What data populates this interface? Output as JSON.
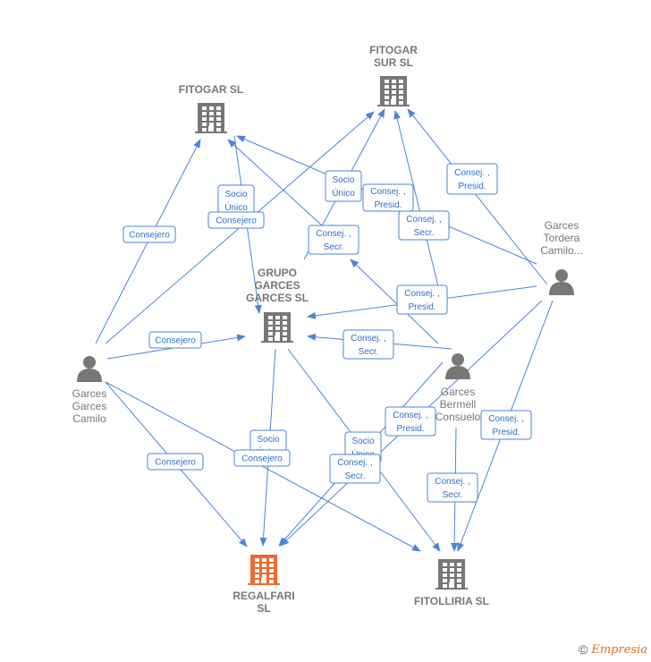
{
  "colors": {
    "edge": "#4a86d6",
    "company": "#777777",
    "focus": "#f06a2e",
    "person": "#777777"
  },
  "nodes": {
    "fitogar_sl": {
      "label": [
        "FITOGAR SL"
      ],
      "type": "company"
    },
    "fitogar_sur": {
      "label": [
        "FITOGAR",
        "SUR SL"
      ],
      "type": "company"
    },
    "grupo_garces": {
      "label": [
        "GRUPO",
        "GARCES",
        "GARCES  SL"
      ],
      "type": "company"
    },
    "regalfari": {
      "label": [
        "REGALFARI",
        "SL"
      ],
      "type": "focus"
    },
    "fitolliria": {
      "label": [
        "FITOLLIRIA SL"
      ],
      "type": "company"
    },
    "garces_camilo": {
      "label": [
        "Garces",
        "Garces",
        "Camilo"
      ],
      "type": "person"
    },
    "garces_tordera": {
      "label": [
        "Garces",
        "Tordera",
        "Camilo..."
      ],
      "type": "person"
    },
    "garces_bermell": {
      "label": [
        "Garces",
        "Bermell",
        "Consuelo"
      ],
      "type": "person"
    }
  },
  "edge_labels": [
    [
      "Consejero"
    ],
    [
      "Socio",
      "Único"
    ],
    [
      "Consejero"
    ],
    [
      "Socio",
      "Único"
    ],
    [
      "Consej. ,",
      "Presid."
    ],
    [
      "Consej. ,",
      "Presid."
    ],
    [
      "Consej. ,",
      "Secr."
    ],
    [
      "Consej. ,",
      "Secr."
    ],
    [
      "Consej. ,",
      "Presid."
    ],
    [
      "Consejero"
    ],
    [
      "Consej. ,",
      "Secr."
    ],
    [
      "Consej. ,",
      "Presid."
    ],
    [
      "Consej. ,",
      "Presid."
    ],
    [
      "Socio",
      "Único"
    ],
    [
      "Consejero"
    ],
    [
      "Consejero"
    ],
    [
      "Socio",
      "Único"
    ],
    [
      "Consej. ,",
      "Secr."
    ],
    [
      "Consej. ,",
      "Secr."
    ]
  ],
  "footer": {
    "copyright": "©",
    "brand": "Empresia"
  }
}
